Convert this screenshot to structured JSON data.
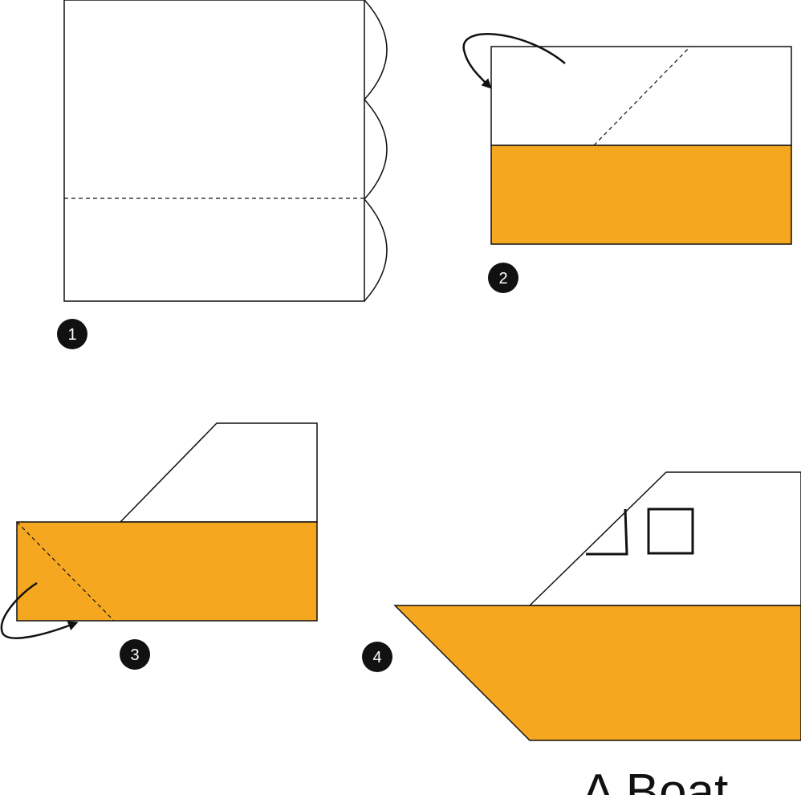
{
  "colors": {
    "paper": "#ffffff",
    "paper_colored": "#f6a720",
    "line": "#111111",
    "badge": "#111111"
  },
  "steps": [
    {
      "number": "1",
      "instruction_icon": "scallop-fold-marks"
    },
    {
      "number": "2",
      "instruction_icon": "curved-arrow-fold-back"
    },
    {
      "number": "3",
      "instruction_icon": "curved-arrow-fold-back"
    },
    {
      "number": "4",
      "instruction_icon": "finished-boat"
    }
  ],
  "title": "A Boat"
}
